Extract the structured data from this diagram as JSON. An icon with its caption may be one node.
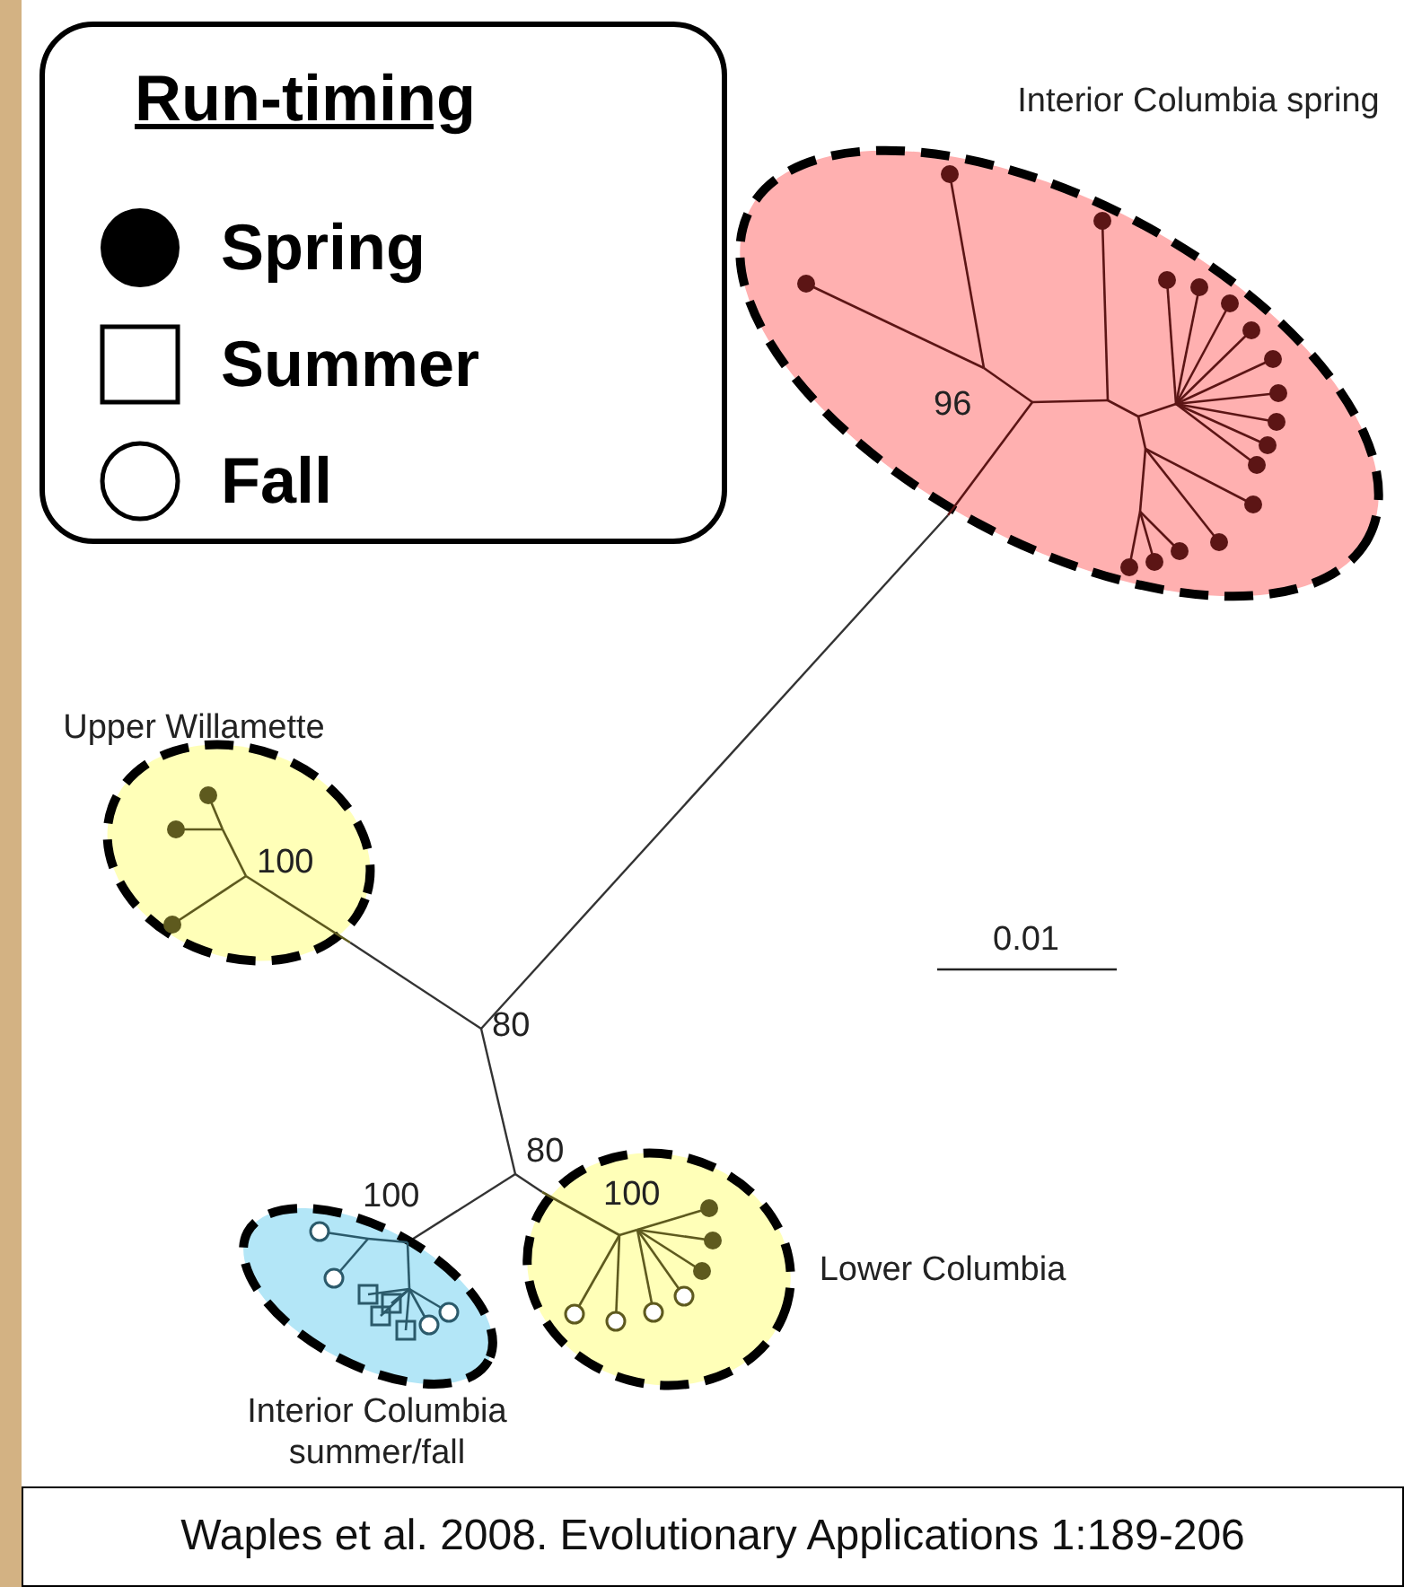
{
  "diagram": {
    "caption": "Waples et al. 2008. Evolutionary Applications 1:189-206",
    "nodes": [
      {
        "text": [
          "Interior Columbia spring"
        ]
      },
      {
        "text": [
          "Upper Willamette"
        ]
      },
      {
        "text": [
          "80"
        ]
      },
      {
        "text": [
          "80"
        ]
      },
      {
        "text": [
          "Interior Columbia summer/fall"
        ]
      },
      {
        "text": [
          "Lower Columbia"
        ]
      }
    ],
    "edges": [
      {
        "from": 0,
        "to": 2,
        "arrow": "none"
      },
      {
        "from": 1,
        "to": 2,
        "arrow": "none"
      },
      {
        "from": 2,
        "to": 3,
        "arrow": "none"
      },
      {
        "from": 3,
        "to": 4,
        "arrow": "none"
      },
      {
        "from": 3,
        "to": 5,
        "arrow": "none"
      }
    ],
    "labels": [
      "Run-timing",
      "96",
      "100",
      "0.01",
      "100",
      "100"
    ],
    "legend": [
      {
        "text": "Spring"
      },
      {
        "text": "Summer"
      },
      {
        "text": "Fall"
      }
    ]
  }
}
